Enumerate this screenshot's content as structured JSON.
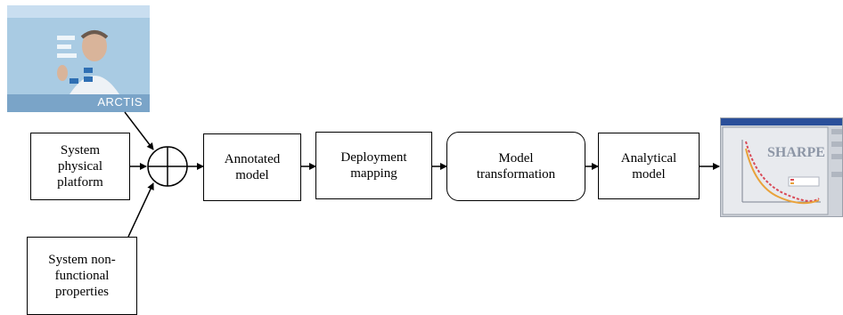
{
  "boxes": {
    "physical_platform": "System\nphysical\nplatform",
    "non_functional": "System non-\nfunctional\nproperties",
    "annotated_model": "Annotated\nmodel",
    "deployment_mapping": "Deployment\nmapping",
    "model_transformation": "Model\ntransformation",
    "analytical_model": "Analytical\nmodel"
  },
  "images": {
    "arctis_label": "ARCTIS",
    "sharpe_label": "SHARPE"
  },
  "colors": {
    "stroke": "#000000",
    "arctis_bg": "#8fb8d8",
    "sharpe_bg": "#cfd3da"
  }
}
